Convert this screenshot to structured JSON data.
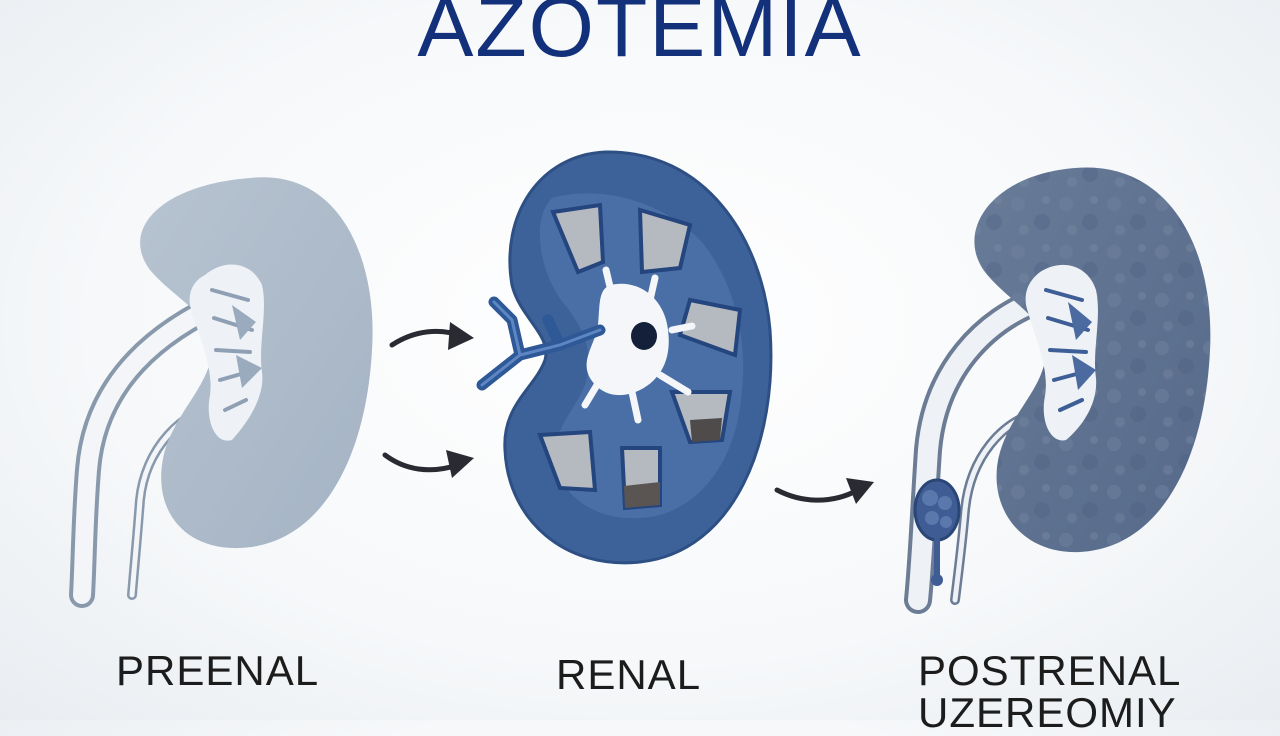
{
  "title": "AZOTEMIA",
  "stages": [
    {
      "label": "PREENAL",
      "kidney_color": "#a8b6c6"
    },
    {
      "label": "RENAL",
      "kidney_color": "#3b5f95"
    },
    {
      "label": "POSTRENAL",
      "sublabel": "UZEREOMIY",
      "kidney_color": "#5f7390"
    }
  ],
  "colors": {
    "title": "#13307a",
    "arrow": "#2a2a33",
    "pyramid": "#b3b8bf",
    "vessel": "#3c5e98",
    "stone": "#3f5d94"
  }
}
